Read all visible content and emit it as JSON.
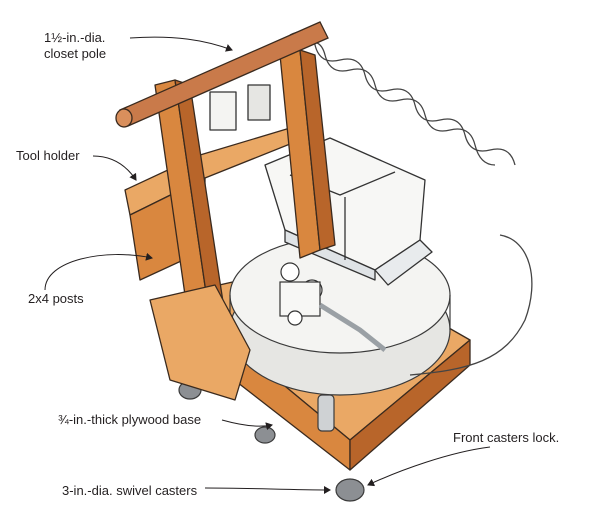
{
  "labels": {
    "pole_line1": "1½-in.-dia.",
    "pole_line2": "closet pole",
    "tool_holder": "Tool holder",
    "posts": "2x4 posts",
    "base": "¾-in.-thick plywood base",
    "front_casters": "Front casters lock.",
    "casters": "3-in.-dia. swivel casters"
  },
  "colors": {
    "wood": "#d9873f",
    "wood_dark": "#b8652a",
    "wood_light": "#eaa865",
    "pole": "#c97a4a",
    "ink": "#3a2a1e",
    "compressor_shadow": "#dfe3e6",
    "tank": "#f1f1ef",
    "caster": "#8c8f93"
  }
}
